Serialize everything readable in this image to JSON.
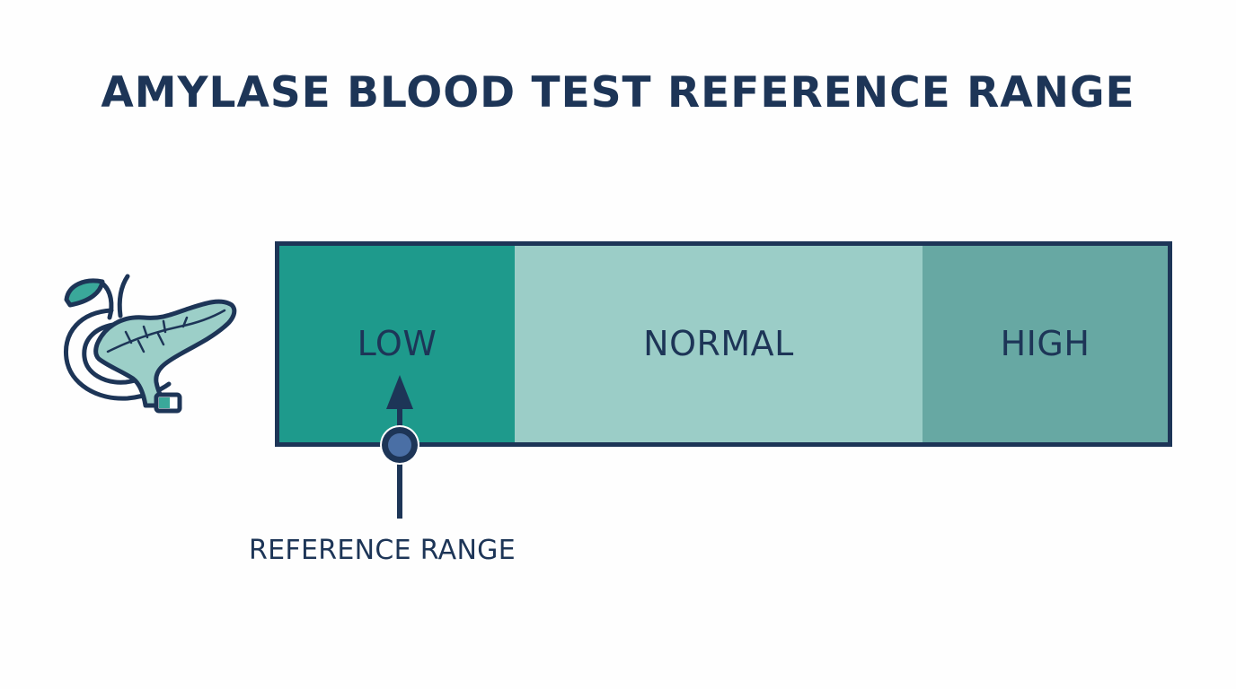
{
  "title": "AMYLASE BLOOD TEST REFERENCE RANGE",
  "icons": {
    "organ": "pancreas-icon",
    "pointer": "arrow-up-icon",
    "marker": "circle-marker-icon"
  },
  "scale": {
    "segments": [
      {
        "label": "LOW",
        "color": "#1e9a8c"
      },
      {
        "label": "NORMAL",
        "color": "#9bcdc7"
      },
      {
        "label": "HIGH",
        "color": "#67a8a3"
      }
    ],
    "border_color": "#1d3557"
  },
  "pointer": {
    "label": "REFERENCE RANGE",
    "color": "#1d3557",
    "marker_fill": "#4a6fa5"
  },
  "colors": {
    "text": "#1d3557",
    "organ_fill": "#9ccfc8",
    "organ_accent": "#3aa89a"
  }
}
